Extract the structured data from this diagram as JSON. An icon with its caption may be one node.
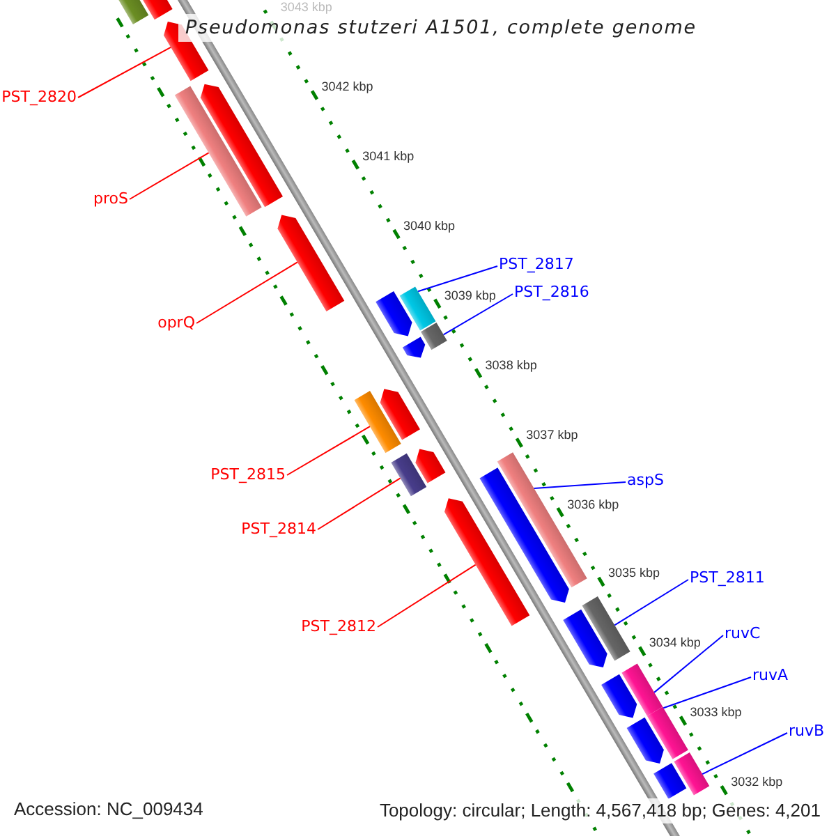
{
  "diagram": {
    "title": "Pseudomonas stutzeri A1501, complete genome",
    "nodes": [
      {
        "text": [
          "PST_2820"
        ]
      },
      {
        "text": [
          "proS"
        ]
      },
      {
        "text": [
          "PST_2817"
        ]
      },
      {
        "text": [
          "PST_2816"
        ]
      },
      {
        "text": [
          "oprQ"
        ]
      },
      {
        "text": [
          "PST_2815"
        ]
      },
      {
        "text": [
          "aspS"
        ]
      },
      {
        "text": [
          "PST_2814"
        ]
      },
      {
        "text": [
          "PST_2811"
        ]
      },
      {
        "text": [
          "PST_2812"
        ]
      },
      {
        "text": [
          "ruvC"
        ]
      },
      {
        "text": [
          "ruvA"
        ]
      },
      {
        "text": [
          "ruvB"
        ]
      },
      {
        "text": [],
        "shape": "bar"
      },
      {
        "text": [],
        "shape": "pentagon"
      },
      {
        "text": [],
        "shape": "pentagon"
      },
      {
        "text": [],
        "shape": "bar"
      },
      {
        "text": [],
        "shape": "pentagon"
      },
      {
        "text": [],
        "shape": "pentagon"
      },
      {
        "text": [],
        "shape": "pentagon"
      },
      {
        "text": [],
        "shape": "bar"
      },
      {
        "text": [],
        "shape": "pentagon"
      },
      {
        "text": [],
        "shape": "bar"
      },
      {
        "text": [],
        "shape": "bar"
      },
      {
        "text": [],
        "shape": "pentagon"
      },
      {
        "text": [],
        "shape": "bar"
      },
      {
        "text": [],
        "shape": "pentagon"
      },
      {
        "text": [],
        "shape": "pentagon"
      },
      {
        "text": [],
        "shape": "bar"
      },
      {
        "text": [],
        "shape": "pentagon"
      },
      {
        "text": [],
        "shape": "pentagon"
      },
      {
        "text": [],
        "shape": "bar"
      },
      {
        "text": [],
        "shape": "pentagon"
      },
      {
        "text": [],
        "shape": "bar"
      },
      {
        "text": [],
        "shape": "pentagon"
      },
      {
        "text": [],
        "shape": "bar"
      },
      {
        "text": [],
        "shape": "bar"
      },
      {
        "text": [],
        "shape": "bar"
      }
    ],
    "edges": [
      {
        "from": 0,
        "to": 15,
        "arrow": "none",
        "color": "#ff0000"
      },
      {
        "from": 1,
        "to": 16,
        "arrow": "none",
        "color": "#ff0000"
      },
      {
        "from": 2,
        "to": 20,
        "arrow": "none"
      },
      {
        "from": 3,
        "to": 22,
        "arrow": "none"
      },
      {
        "from": 4,
        "to": 18,
        "arrow": "none",
        "color": "#ff0000"
      },
      {
        "from": 5,
        "to": 23,
        "arrow": "none",
        "color": "#ff0000"
      },
      {
        "from": 6,
        "to": 28,
        "arrow": "none"
      },
      {
        "from": 7,
        "to": 25,
        "arrow": "none",
        "color": "#ff0000"
      },
      {
        "from": 8,
        "to": 31,
        "arrow": "none"
      },
      {
        "from": 9,
        "to": 29,
        "arrow": "none",
        "color": "#ff0000"
      },
      {
        "from": 10,
        "to": 33,
        "arrow": "none"
      },
      {
        "from": 11,
        "to": 35,
        "arrow": "none"
      },
      {
        "from": 12,
        "to": 37,
        "arrow": "none"
      }
    ],
    "labels": [
      "3043 kbp",
      "3042 kbp",
      "3041 kbp",
      "3040 kbp",
      "3039 kbp",
      "3038 kbp",
      "3037 kbp",
      "3036 kbp",
      "3035 kbp",
      "3034 kbp",
      "3033 kbp",
      "3032 kbp",
      "Accession: NC_009434",
      "Topology: circular; Length: 4,567,418 bp; Genes: 4,201"
    ]
  }
}
